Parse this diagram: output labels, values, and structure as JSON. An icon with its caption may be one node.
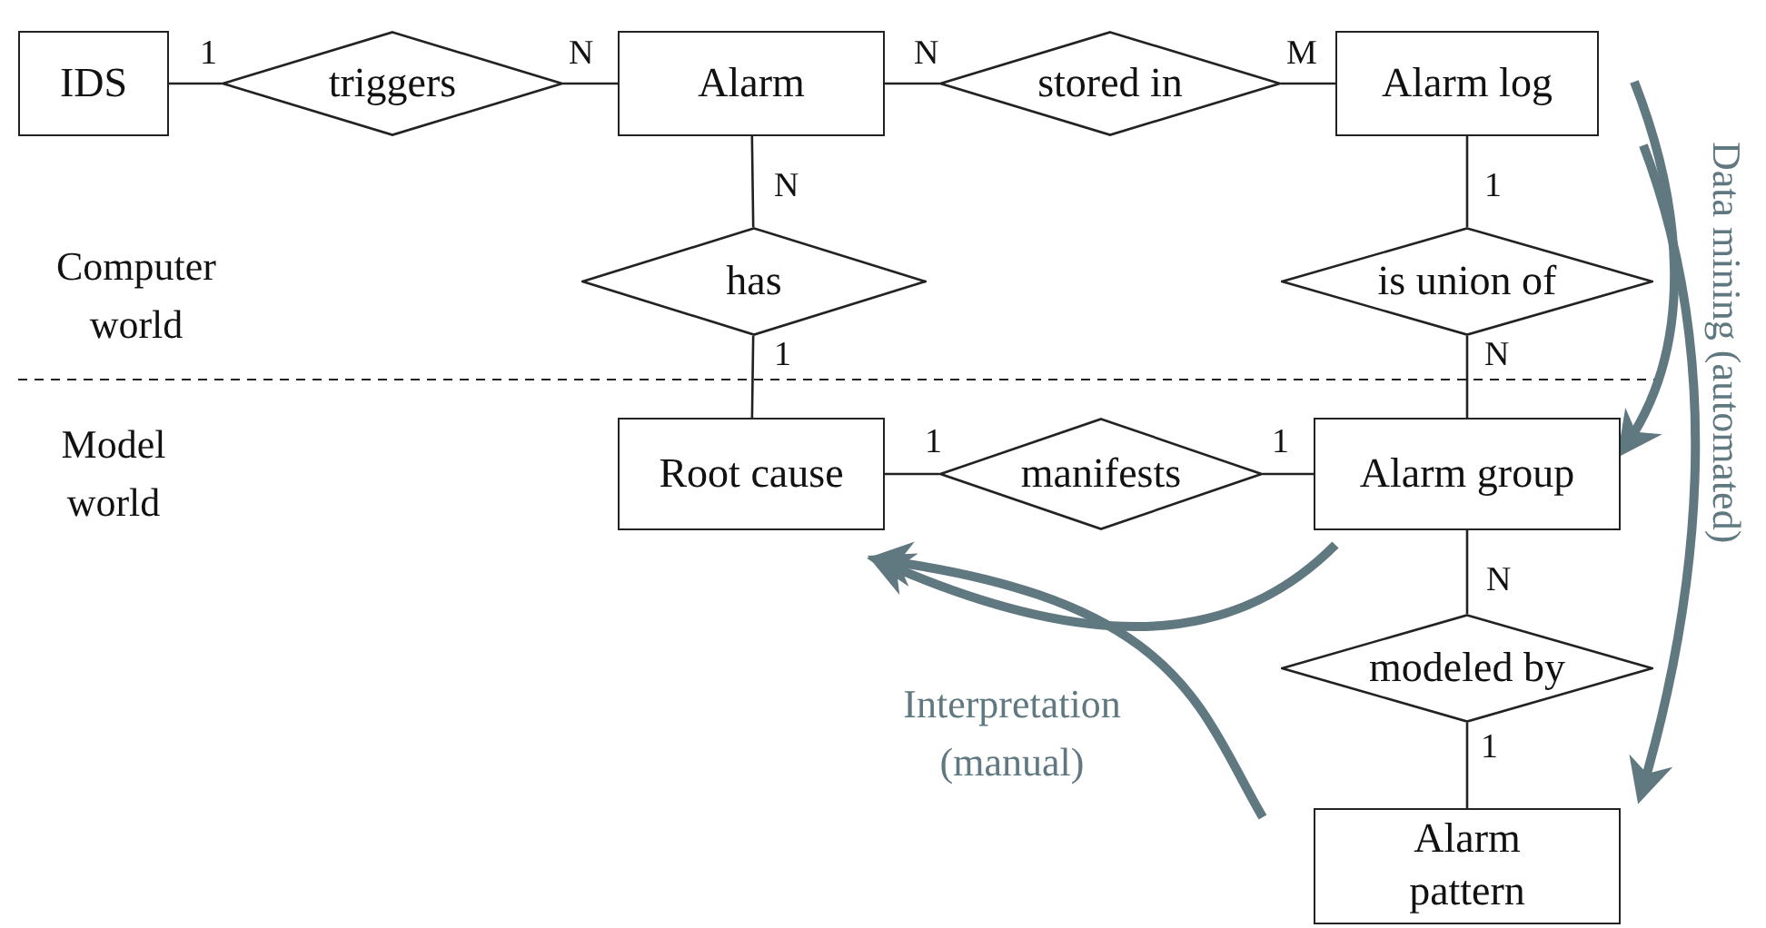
{
  "diagram": {
    "nodes": [
      {
        "text": [
          "IDS"
        ]
      },
      {
        "text": [
          "triggers"
        ]
      },
      {
        "text": [
          "Alarm"
        ]
      },
      {
        "text": [
          "stored in"
        ]
      },
      {
        "text": [
          "Alarm log"
        ]
      },
      {
        "text": [
          "has"
        ]
      },
      {
        "text": [
          "is union of"
        ]
      },
      {
        "text": [
          "Root cause"
        ]
      },
      {
        "text": [
          "manifests"
        ]
      },
      {
        "text": [
          "Alarm group"
        ]
      },
      {
        "text": [
          "modeled by"
        ]
      },
      {
        "text": [
          "Alarm pattern"
        ]
      }
    ],
    "edges": [
      {
        "from": 0,
        "to": 1,
        "arrow": "none",
        "label": "1"
      },
      {
        "from": 1,
        "to": 2,
        "arrow": "none",
        "label": "N"
      },
      {
        "from": 2,
        "to": 3,
        "arrow": "none",
        "label": "N"
      },
      {
        "from": 3,
        "to": 4,
        "arrow": "none",
        "label": "M"
      },
      {
        "from": 2,
        "to": 5,
        "arrow": "none",
        "label": "N"
      },
      {
        "from": 5,
        "to": 7,
        "arrow": "none",
        "label": "1"
      },
      {
        "from": 4,
        "to": 6,
        "arrow": "none",
        "label": "1"
      },
      {
        "from": 6,
        "to": 9,
        "arrow": "none",
        "label": "N"
      },
      {
        "from": 7,
        "to": 8,
        "arrow": "none",
        "label": "1"
      },
      {
        "from": 8,
        "to": 9,
        "arrow": "none",
        "label": "1"
      },
      {
        "from": 9,
        "to": 10,
        "arrow": "none",
        "label": "N"
      },
      {
        "from": 10,
        "to": 11,
        "arrow": "none",
        "label": "1"
      },
      {
        "from": 4,
        "to": 9,
        "arrow": "to",
        "style": "thick",
        "color": "#607880"
      },
      {
        "from": 4,
        "to": 11,
        "arrow": "to",
        "style": "thick",
        "color": "#607880",
        "label": "Data mining (automated)"
      },
      {
        "from": 9,
        "to": 7,
        "arrow": "to",
        "style": "thick",
        "color": "#607880"
      },
      {
        "from": 11,
        "to": 7,
        "arrow": "to",
        "style": "thick",
        "color": "#607880",
        "label": "Interpretation (manual)"
      }
    ],
    "labels": [
      "Computer world",
      "Model world"
    ]
  }
}
